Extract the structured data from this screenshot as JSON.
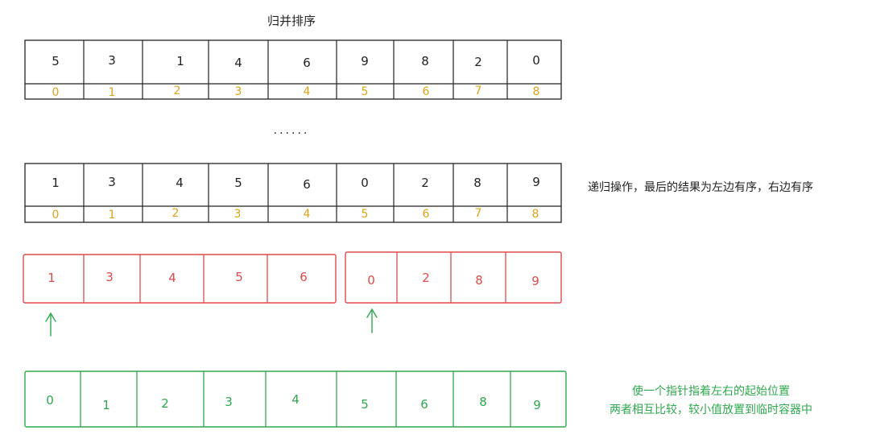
{
  "title": "归并排序",
  "ellipsis": "......",
  "colors": {
    "black": "#222222",
    "orange": "#e0a21b",
    "red": "#e04a4a",
    "green": "#2fa84f"
  },
  "rows": {
    "initial": {
      "values": [
        "5",
        "3",
        "1",
        "4",
        "6",
        "9",
        "8",
        "2",
        "0"
      ],
      "indices": [
        "0",
        "1",
        "2",
        "3",
        "4",
        "5",
        "6",
        "7",
        "8"
      ]
    },
    "after_recursion": {
      "values": [
        "1",
        "3",
        "4",
        "5",
        "6",
        "0",
        "2",
        "8",
        "9"
      ],
      "indices": [
        "0",
        "1",
        "2",
        "3",
        "4",
        "5",
        "6",
        "7",
        "8"
      ]
    },
    "left_part": {
      "values": [
        "1",
        "3",
        "4",
        "5",
        "6"
      ]
    },
    "right_part": {
      "values": [
        "0",
        "2",
        "8",
        "9"
      ]
    },
    "merged": {
      "values": [
        "0",
        "1",
        "2",
        "3",
        "4",
        "5",
        "6",
        "8",
        "9"
      ]
    }
  },
  "notes": {
    "recursion": "递归操作，最后的结果为左边有序，右边有序",
    "pointers_line1": "使一个指针指着左右的起始位置",
    "pointers_line2": "两者相互比较，较小值放置到临时容器中"
  }
}
